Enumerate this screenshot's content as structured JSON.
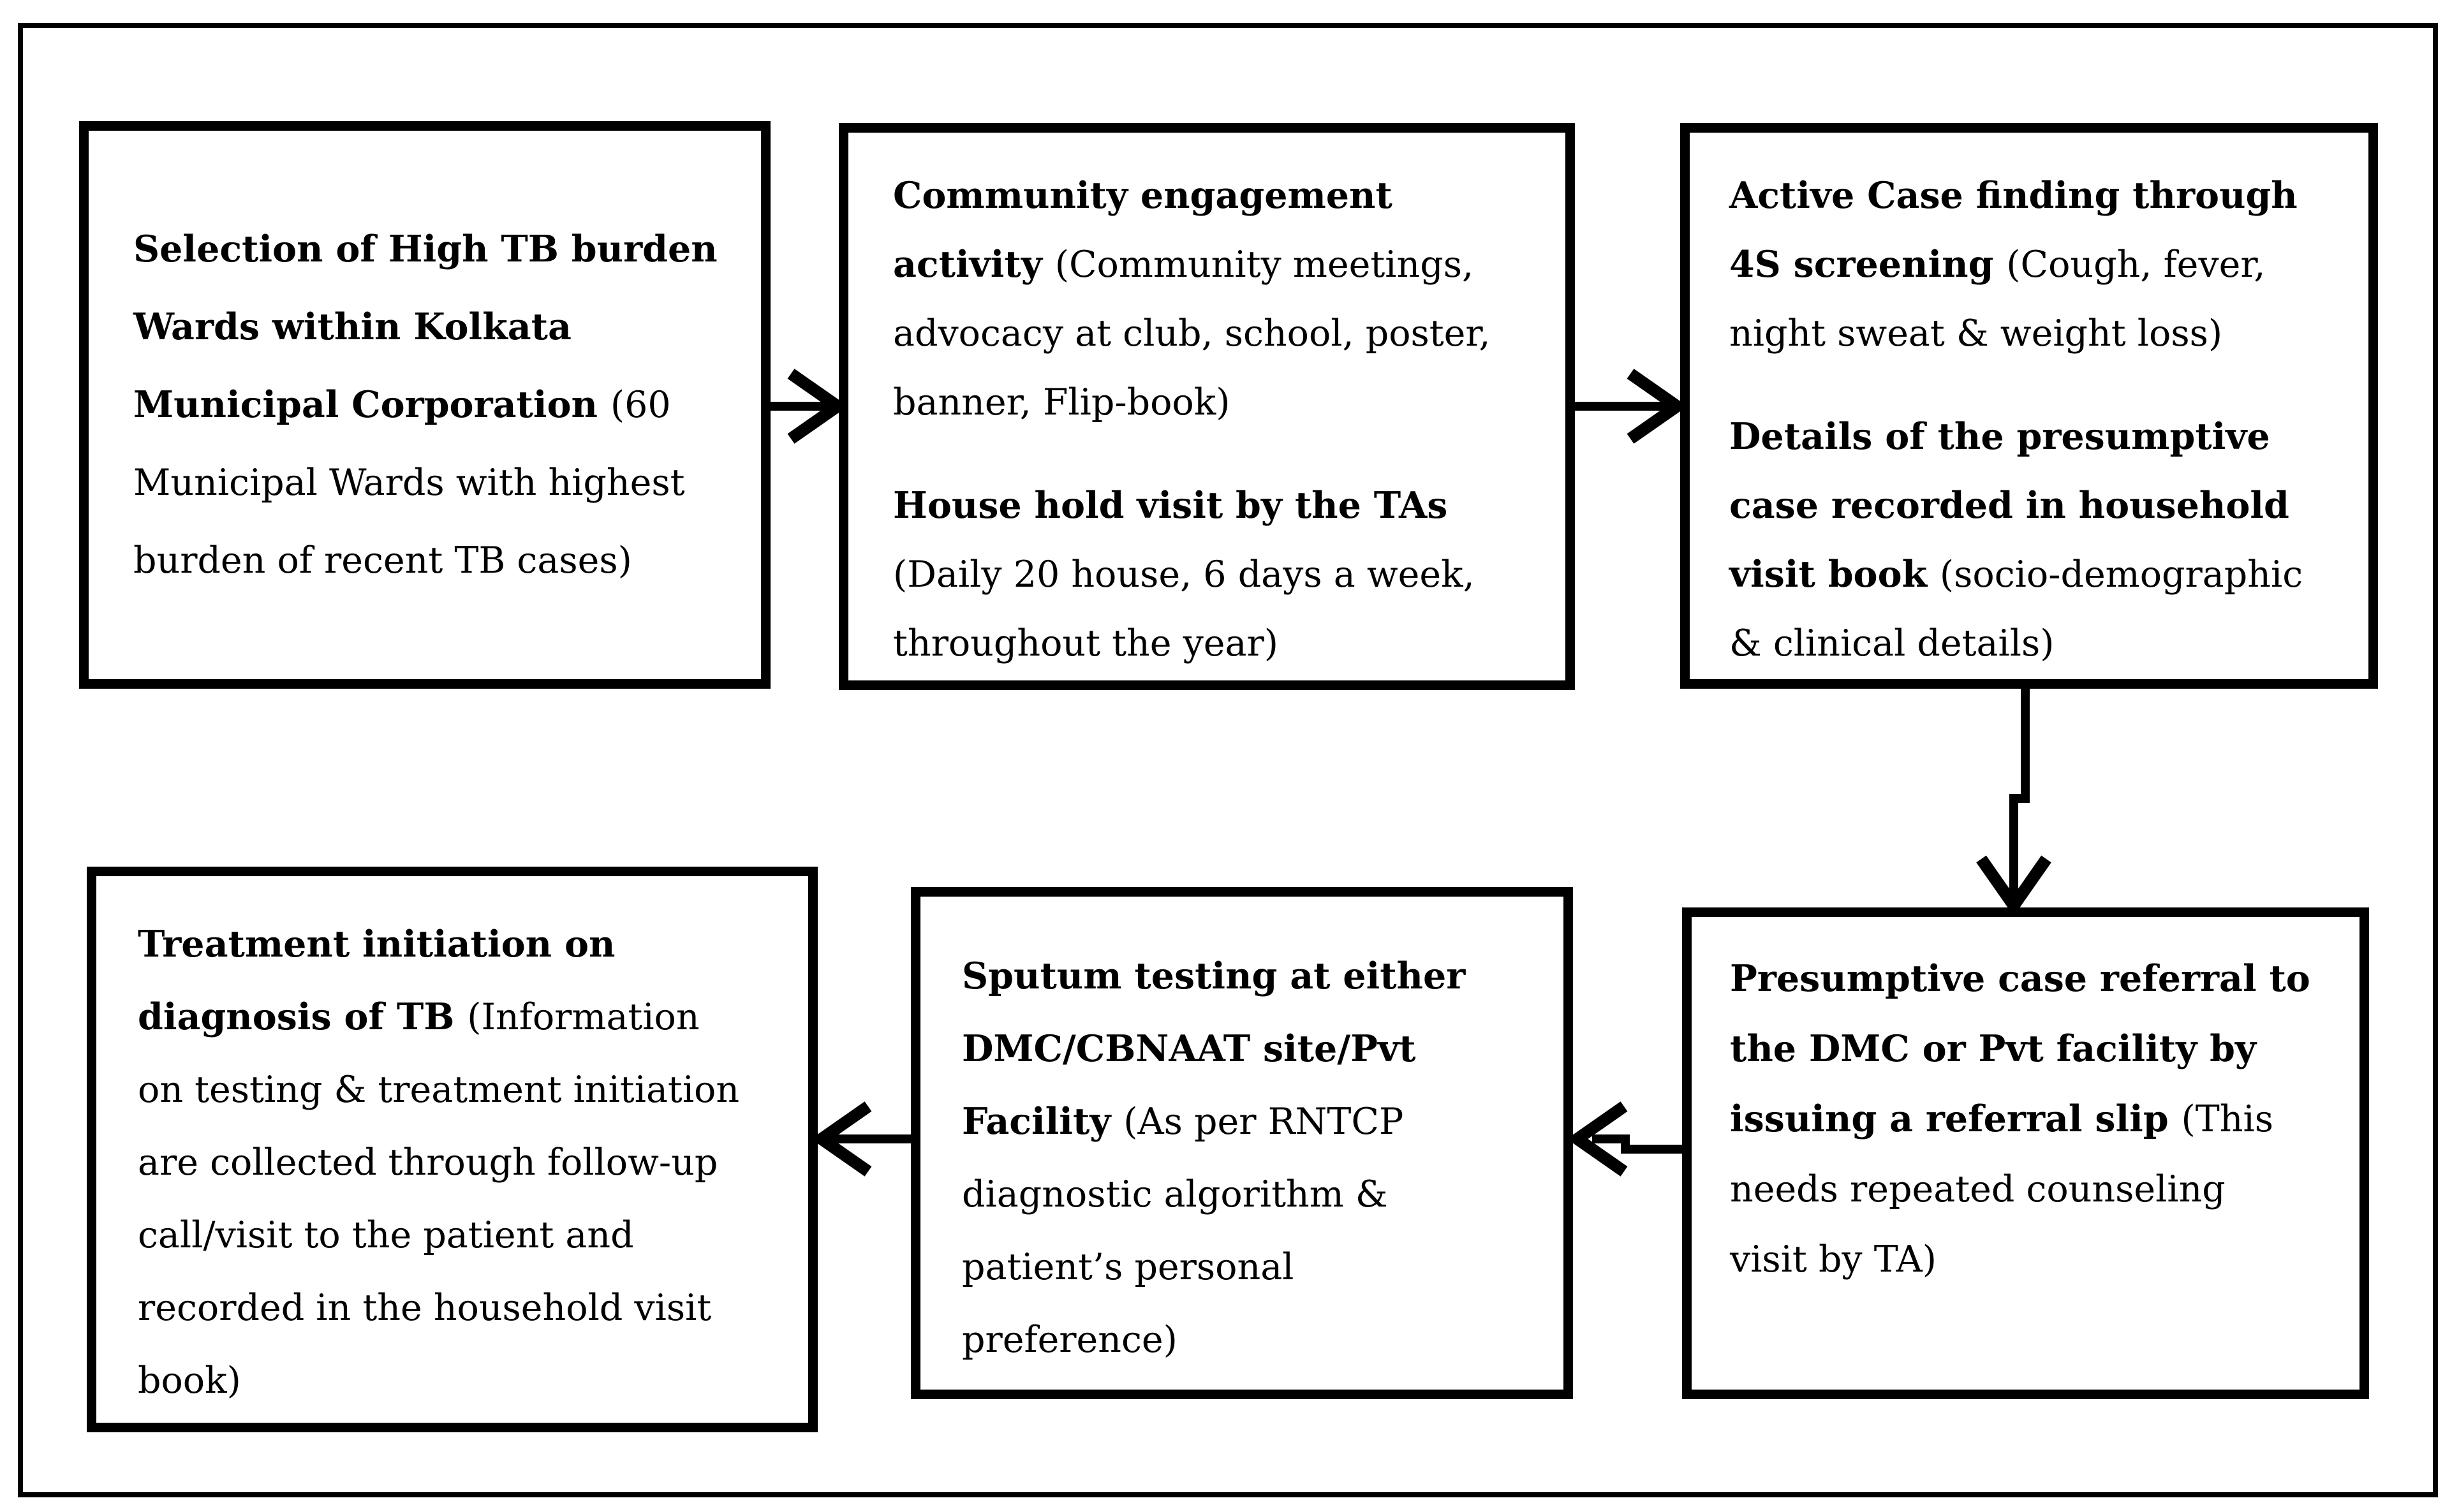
{
  "diagram": {
    "type": "flowchart",
    "topic": "Active TB case finding workflow, Kolkata Municipal Corporation",
    "colors": {
      "ink": "#000000",
      "background": "#ffffff"
    }
  },
  "boxes": {
    "ward_selection": {
      "paragraphs": [
        {
          "bold": "Selection of High TB burden\nWards within Kolkata\nMunicipal Corporation ",
          "regular": "(60\nMunicipal Wards with highest\nburden of recent TB cases)"
        }
      ]
    },
    "community_engagement": {
      "paragraphs": [
        {
          "bold": "Community engagement\nactivity ",
          "regular": "(Community meetings,\nadvocacy at club, school, poster,\nbanner, Flip-book)"
        },
        {
          "bold": "House hold visit by the TAs\n",
          "regular": "(Daily 20 house, 6 days a week,\nthroughout the year)"
        }
      ]
    },
    "active_case_finding": {
      "paragraphs": [
        {
          "bold": "Active Case finding through\n4S screening ",
          "regular": "(Cough, fever,\nnight sweat & weight loss)"
        },
        {
          "bold": "Details of the presumptive\ncase recorded in household\nvisit book ",
          "regular": "(socio-demographic\n& clinical details)"
        }
      ]
    },
    "presumptive_referral": {
      "paragraphs": [
        {
          "bold": "Presumptive case referral to\nthe DMC or Pvt facility by\nissuing a referral slip ",
          "regular": "(This\nneeds repeated counseling\nvisit by TA)"
        }
      ]
    },
    "sputum_testing": {
      "paragraphs": [
        {
          "bold": "Sputum testing at either\nDMC/CBNAAT site/Pvt\nFacility ",
          "regular": "(As per RNTCP\ndiagnostic algorithm &\npatient’s personal\npreference)"
        }
      ]
    },
    "treatment_initiation": {
      "paragraphs": [
        {
          "bold": "Treatment initiation on\ndiagnosis of TB ",
          "regular": "(Information\non testing & treatment initiation\nare collected through follow-up\ncall/visit to the patient and\nrecorded in the household visit\nbook)"
        }
      ]
    }
  },
  "arrows": [
    {
      "from": "ward_selection",
      "to": "community_engagement",
      "direction": "right"
    },
    {
      "from": "community_engagement",
      "to": "active_case_finding",
      "direction": "right"
    },
    {
      "from": "active_case_finding",
      "to": "presumptive_referral",
      "direction": "down"
    },
    {
      "from": "presumptive_referral",
      "to": "sputum_testing",
      "direction": "left"
    },
    {
      "from": "sputum_testing",
      "to": "treatment_initiation",
      "direction": "left"
    }
  ]
}
